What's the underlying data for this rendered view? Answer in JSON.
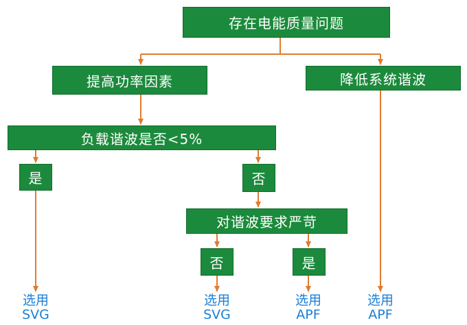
{
  "colors": {
    "node_fill": "#1c8a3c",
    "node_text": "#ffffff",
    "arrow": "#e07b2e",
    "result_text": "#1a7fd6"
  },
  "nodes": {
    "root": "存在电能质量问题",
    "pf": "提高功率因素",
    "harm": "降低系统谐波",
    "load": "负载谐波是否<5%",
    "yes1": "是",
    "no1": "否",
    "strict": "对谐波要求严苛",
    "no2": "否",
    "yes2": "是"
  },
  "results": [
    {
      "line1": "选用",
      "line2": "SVG"
    },
    {
      "line1": "选用",
      "line2": "SVG"
    },
    {
      "line1": "选用",
      "line2": "APF"
    },
    {
      "line1": "选用",
      "line2": "APF"
    }
  ]
}
